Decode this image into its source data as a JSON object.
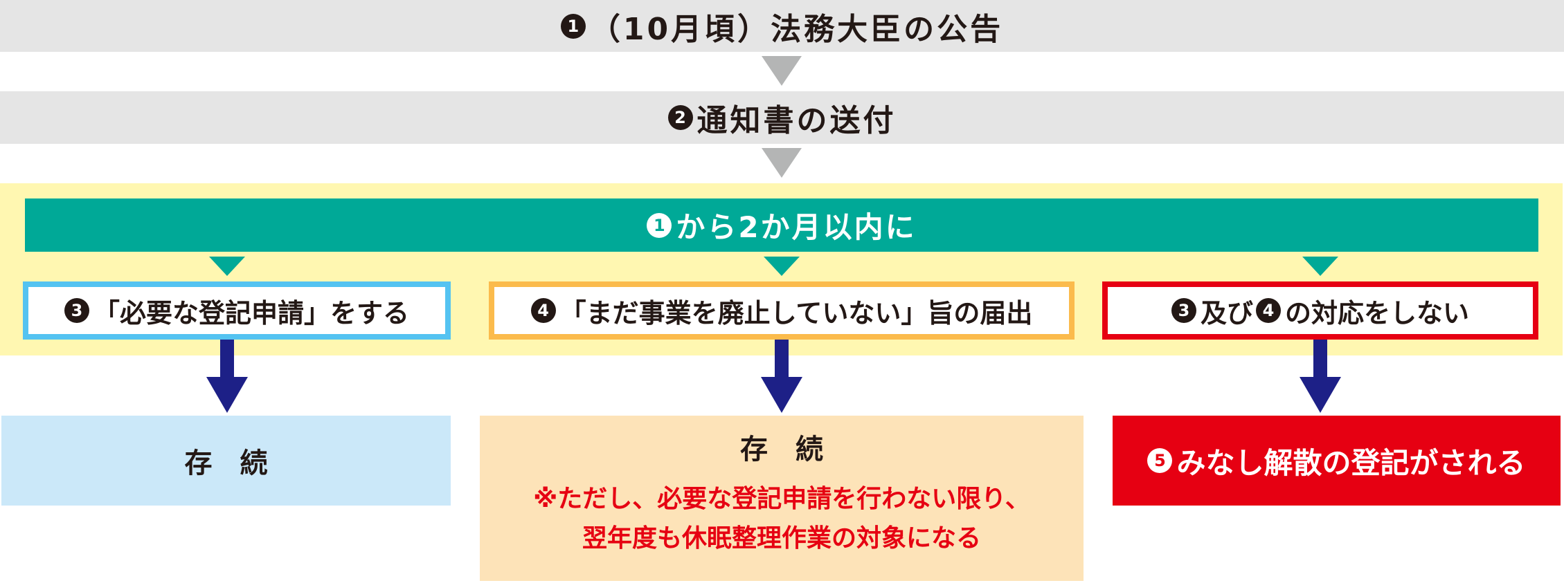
{
  "step1": {
    "badge": "1",
    "text": "（10月頃）法務大臣の公告"
  },
  "step2": {
    "badge": "2",
    "text": "通知書の送付"
  },
  "deadline": {
    "badge": "1",
    "text": "から2か月以内に"
  },
  "options": [
    {
      "badge": "3",
      "text": "「必要な登記申請」をする",
      "border_color": "#54c3f1"
    },
    {
      "badge": "4",
      "text": "「まだ事業を廃止していない」旨の届出",
      "border_color": "#fbbb4c"
    },
    {
      "badge_a": "3",
      "text_a": "及び",
      "badge_b": "4",
      "text_b": "の対応をしない",
      "border_color": "#e60012"
    }
  ],
  "results": [
    {
      "text": "存　続",
      "bg_color": "#cbe8f9"
    },
    {
      "title": "存　続",
      "note_line1": "※ただし、必要な登記申請を行わない限り、",
      "note_line2": "翌年度も休眠整理作業の対象になる",
      "bg_color": "#fde3b8",
      "note_color": "#e60012"
    },
    {
      "badge": "5",
      "text": "みなし解散の登記がされる",
      "bg_color": "#e60012"
    }
  ],
  "colors": {
    "gray_bar": "#e5e5e5",
    "gray_arrow": "#b4b5b5",
    "yellow_panel": "#fff7b1",
    "teal": "#00a997",
    "navy_arrow": "#1d2087"
  }
}
